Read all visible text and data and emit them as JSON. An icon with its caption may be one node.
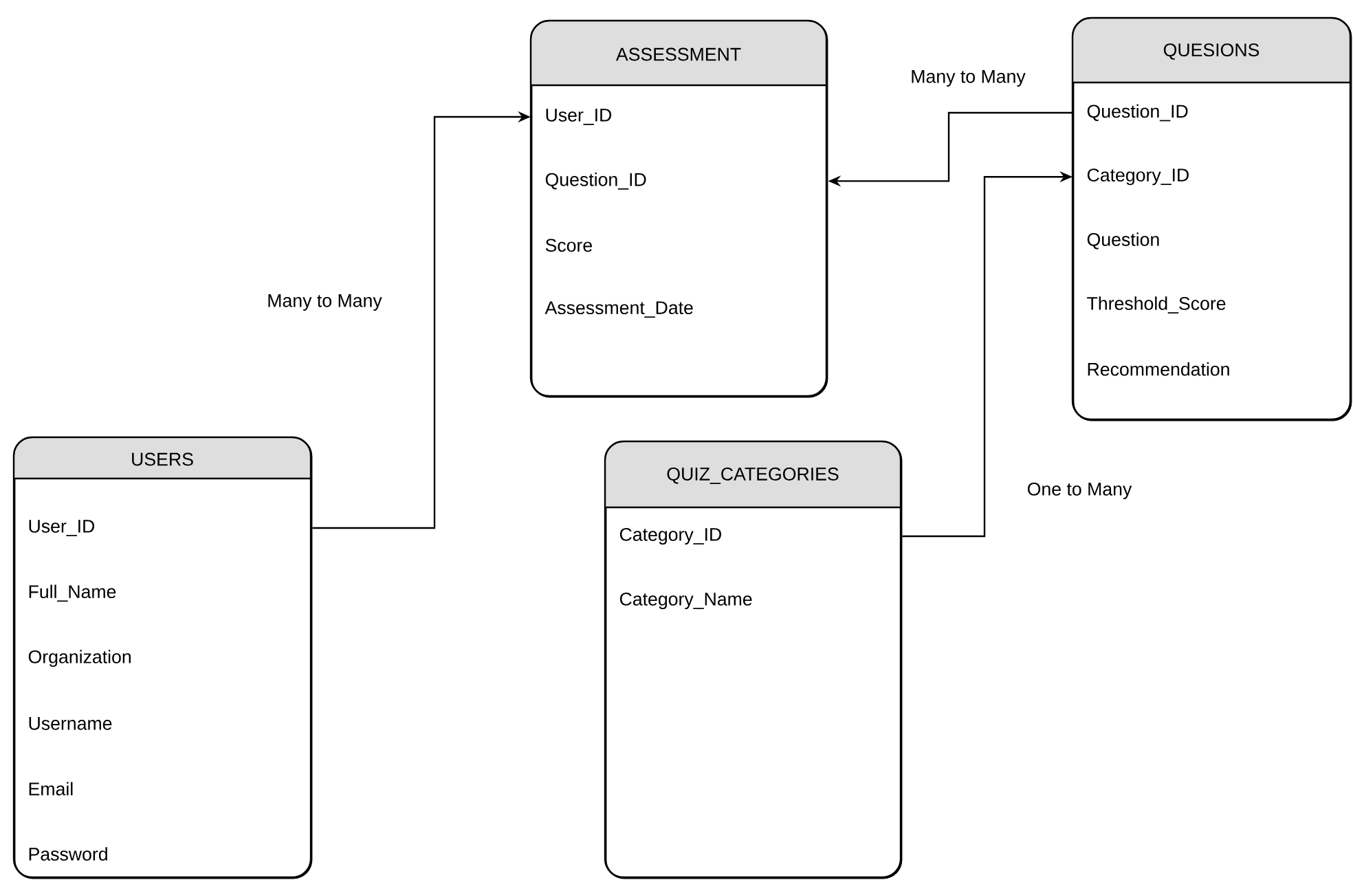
{
  "diagram": {
    "nodes": [
      {
        "text": [
          "ASSESSMENT",
          "User_ID",
          "Question_ID",
          "Score",
          "Assessment_Date"
        ]
      },
      {
        "text": [
          "QUESIONS",
          "Question_ID",
          "Category_ID",
          "Question",
          "Threshold_Score",
          "Recommendation"
        ]
      },
      {
        "text": [
          "USERS",
          "User_ID",
          "Full_Name",
          "Organization",
          "Username",
          "Email",
          "Password"
        ]
      },
      {
        "text": [
          "QUIZ_CATEGORIES",
          "Category_ID",
          "Category_Name"
        ]
      }
    ],
    "edges": [
      {
        "from": 2,
        "to": 0,
        "arrow": "to",
        "label": "Many to Many"
      },
      {
        "from": 1,
        "to": 0,
        "arrow": "to",
        "label": "Many to Many"
      },
      {
        "from": 3,
        "to": 1,
        "arrow": "to",
        "label": "One to Many"
      }
    ]
  }
}
